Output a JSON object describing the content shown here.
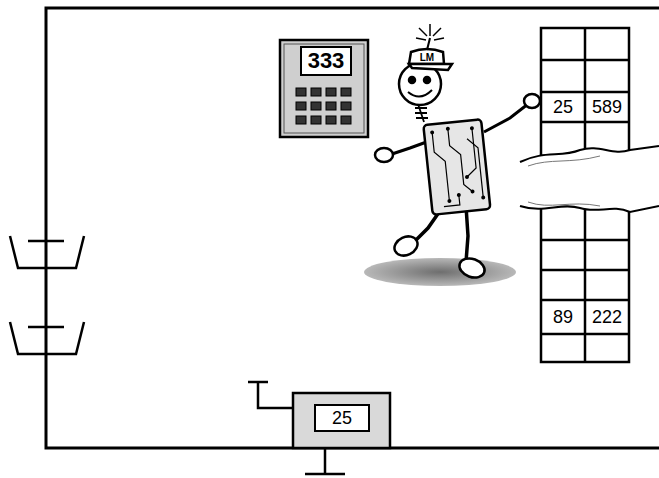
{
  "diagram": {
    "nodes": [
      {
        "text": [
          "333"
        ]
      },
      {
        "text": [
          "25"
        ]
      }
    ],
    "labels": [
      "LM",
      "25",
      "589",
      "89",
      "222"
    ]
  }
}
